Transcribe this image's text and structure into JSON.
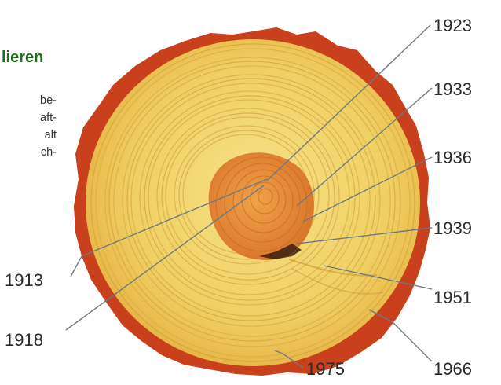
{
  "heading": "lieren",
  "body_lines": [
    "be-",
    "aft-",
    "alt",
    "ch-"
  ],
  "year_labels": [
    "1923",
    "1933",
    "1936",
    "1939",
    "1951",
    "1966",
    "1975",
    "1913",
    "1918"
  ],
  "colors": {
    "heading_green": "#1f6b1f",
    "bark": "#c8401c",
    "sapwood": "#f0d46a",
    "heartwood": "#e0852d",
    "leader_line": "#6e7a80"
  }
}
